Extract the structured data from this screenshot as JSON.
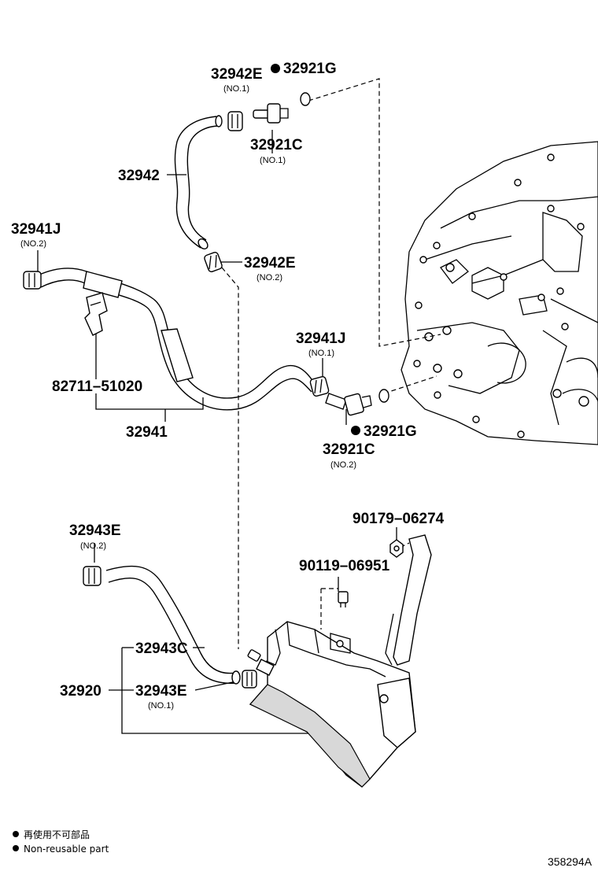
{
  "labels": {
    "p32942E_1": "32942E",
    "p32942E_1_sub": "(NO.1)",
    "p32921G_1": "32921G",
    "p32921C_1": "32921C",
    "p32921C_1_sub": "(NO.1)",
    "p32942": "32942",
    "p32941J_2": "32941J",
    "p32941J_2_sub": "(NO.2)",
    "p32942E_2": "32942E",
    "p32942E_2_sub": "(NO.2)",
    "p32941J_1": "32941J",
    "p32941J_1_sub": "(NO.1)",
    "p82711": "82711–51020",
    "p32941": "32941",
    "p32921G_2": "32921G",
    "p32921C_2": "32921C",
    "p32921C_2_sub": "(NO.2)",
    "p90179": "90179–06274",
    "p32943E_2": "32943E",
    "p32943E_2_sub": "(NO.2)",
    "p90119": "90119–06951",
    "p32943C": "32943C",
    "p32920": "32920",
    "p32943E_1": "32943E",
    "p32943E_1_sub": "(NO.1)"
  },
  "legend": {
    "line1": "再使用不可部品",
    "line2": "Non-reusable part"
  },
  "diagram_code": "358294A"
}
